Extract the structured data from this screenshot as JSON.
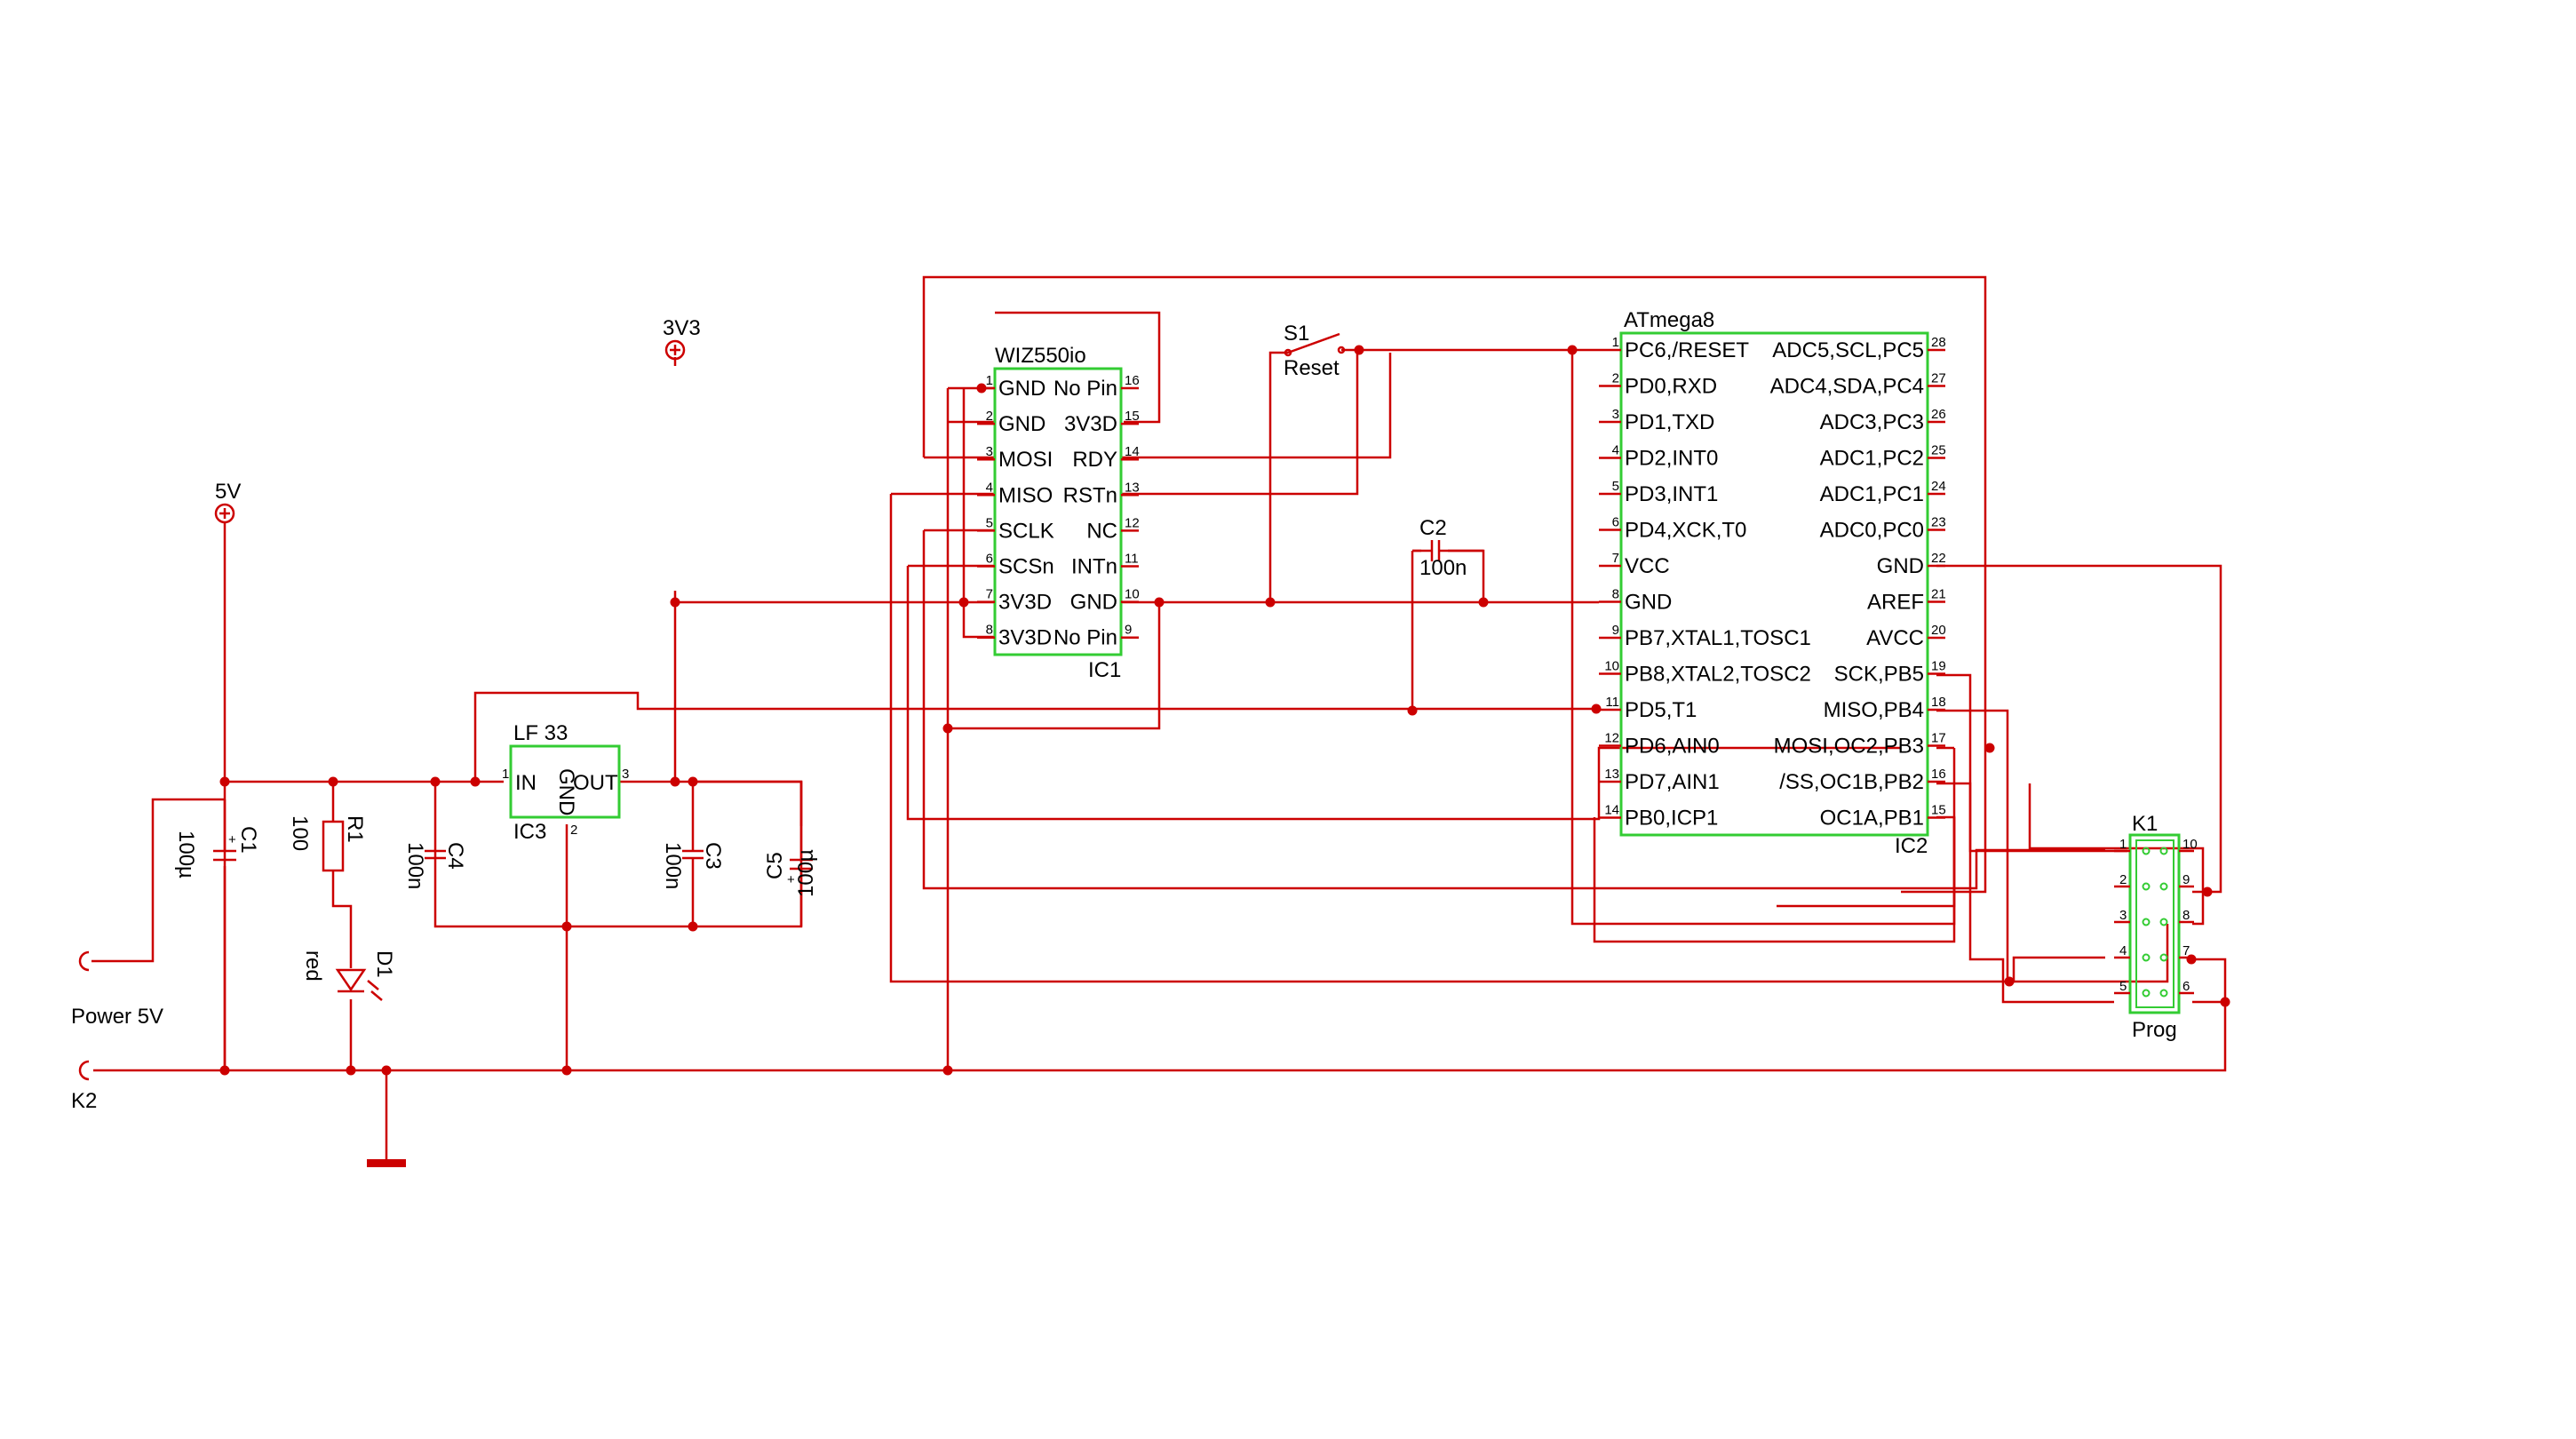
{
  "colors": {
    "wire": "#cc0000",
    "part_outline": "#33cc33",
    "text": "#000000",
    "background": "#ffffff"
  },
  "ic1": {
    "name": "WIZ550io",
    "ref": "IC1",
    "left_pins": [
      {
        "num": "1",
        "label": "GND"
      },
      {
        "num": "2",
        "label": "GND"
      },
      {
        "num": "3",
        "label": "MOSI"
      },
      {
        "num": "4",
        "label": "MISO"
      },
      {
        "num": "5",
        "label": "SCLK"
      },
      {
        "num": "6",
        "label": "SCSn"
      },
      {
        "num": "7",
        "label": "3V3D"
      },
      {
        "num": "8",
        "label": "3V3D"
      }
    ],
    "right_pins": [
      {
        "num": "16",
        "label": "No Pin"
      },
      {
        "num": "15",
        "label": "3V3D"
      },
      {
        "num": "14",
        "label": "RDY"
      },
      {
        "num": "13",
        "label": "RSTn"
      },
      {
        "num": "12",
        "label": "NC"
      },
      {
        "num": "11",
        "label": "INTn"
      },
      {
        "num": "10",
        "label": "GND"
      },
      {
        "num": "9",
        "label": "No Pin"
      }
    ]
  },
  "ic2": {
    "name": "ATmega8",
    "ref": "IC2",
    "left_pins": [
      {
        "num": "1",
        "label": "PC6,/RESET"
      },
      {
        "num": "2",
        "label": "PD0,RXD"
      },
      {
        "num": "3",
        "label": "PD1,TXD"
      },
      {
        "num": "4",
        "label": "PD2,INT0"
      },
      {
        "num": "5",
        "label": "PD3,INT1"
      },
      {
        "num": "6",
        "label": "PD4,XCK,T0"
      },
      {
        "num": "7",
        "label": "VCC"
      },
      {
        "num": "8",
        "label": "GND"
      },
      {
        "num": "9",
        "label": "PB7,XTAL1,TOSC1"
      },
      {
        "num": "10",
        "label": "PB8,XTAL2,TOSC2"
      },
      {
        "num": "11",
        "label": "PD5,T1"
      },
      {
        "num": "12",
        "label": "PD6,AIN0"
      },
      {
        "num": "13",
        "label": "PD7,AIN1"
      },
      {
        "num": "14",
        "label": "PB0,ICP1"
      }
    ],
    "right_pins": [
      {
        "num": "28",
        "label": "ADC5,SCL,PC5"
      },
      {
        "num": "27",
        "label": "ADC4,SDA,PC4"
      },
      {
        "num": "26",
        "label": "ADC3,PC3"
      },
      {
        "num": "25",
        "label": "ADC1,PC2"
      },
      {
        "num": "24",
        "label": "ADC1,PC1"
      },
      {
        "num": "23",
        "label": "ADC0,PC0"
      },
      {
        "num": "22",
        "label": "GND"
      },
      {
        "num": "21",
        "label": "AREF"
      },
      {
        "num": "20",
        "label": "AVCC"
      },
      {
        "num": "19",
        "label": "SCK,PB5"
      },
      {
        "num": "18",
        "label": "MISO,PB4"
      },
      {
        "num": "17",
        "label": "MOSI,OC2,PB3"
      },
      {
        "num": "16",
        "label": "/SS,OC1B,PB2"
      },
      {
        "num": "15",
        "label": "OC1A,PB1"
      }
    ]
  },
  "ic3": {
    "name": "LF 33",
    "ref": "IC3",
    "in_label": "IN",
    "out_label": "OUT",
    "gnd_label": "GND",
    "in_num": "1",
    "out_num": "3",
    "gnd_num": "2"
  },
  "k1": {
    "ref": "K1",
    "label": "Prog",
    "left_nums": [
      "1",
      "2",
      "3",
      "4",
      "5"
    ],
    "right_nums": [
      "10",
      "9",
      "8",
      "7",
      "6"
    ]
  },
  "power": {
    "v5": "5V",
    "v3v3": "3V3"
  },
  "connector_k2": {
    "label": "Power 5V",
    "ref": "K2"
  },
  "switch_s1": {
    "ref": "S1",
    "label": "Reset"
  },
  "passives": {
    "c1": {
      "ref": "C1",
      "value": "100µ"
    },
    "r1": {
      "ref": "R1",
      "value": "100"
    },
    "d1": {
      "ref": "D1",
      "value": "red"
    },
    "c4": {
      "ref": "C4",
      "value": "100n"
    },
    "c3": {
      "ref": "C3",
      "value": "100n"
    },
    "c5": {
      "ref": "C5",
      "value": "100µ"
    },
    "c2": {
      "ref": "C2",
      "value": "100n"
    }
  }
}
